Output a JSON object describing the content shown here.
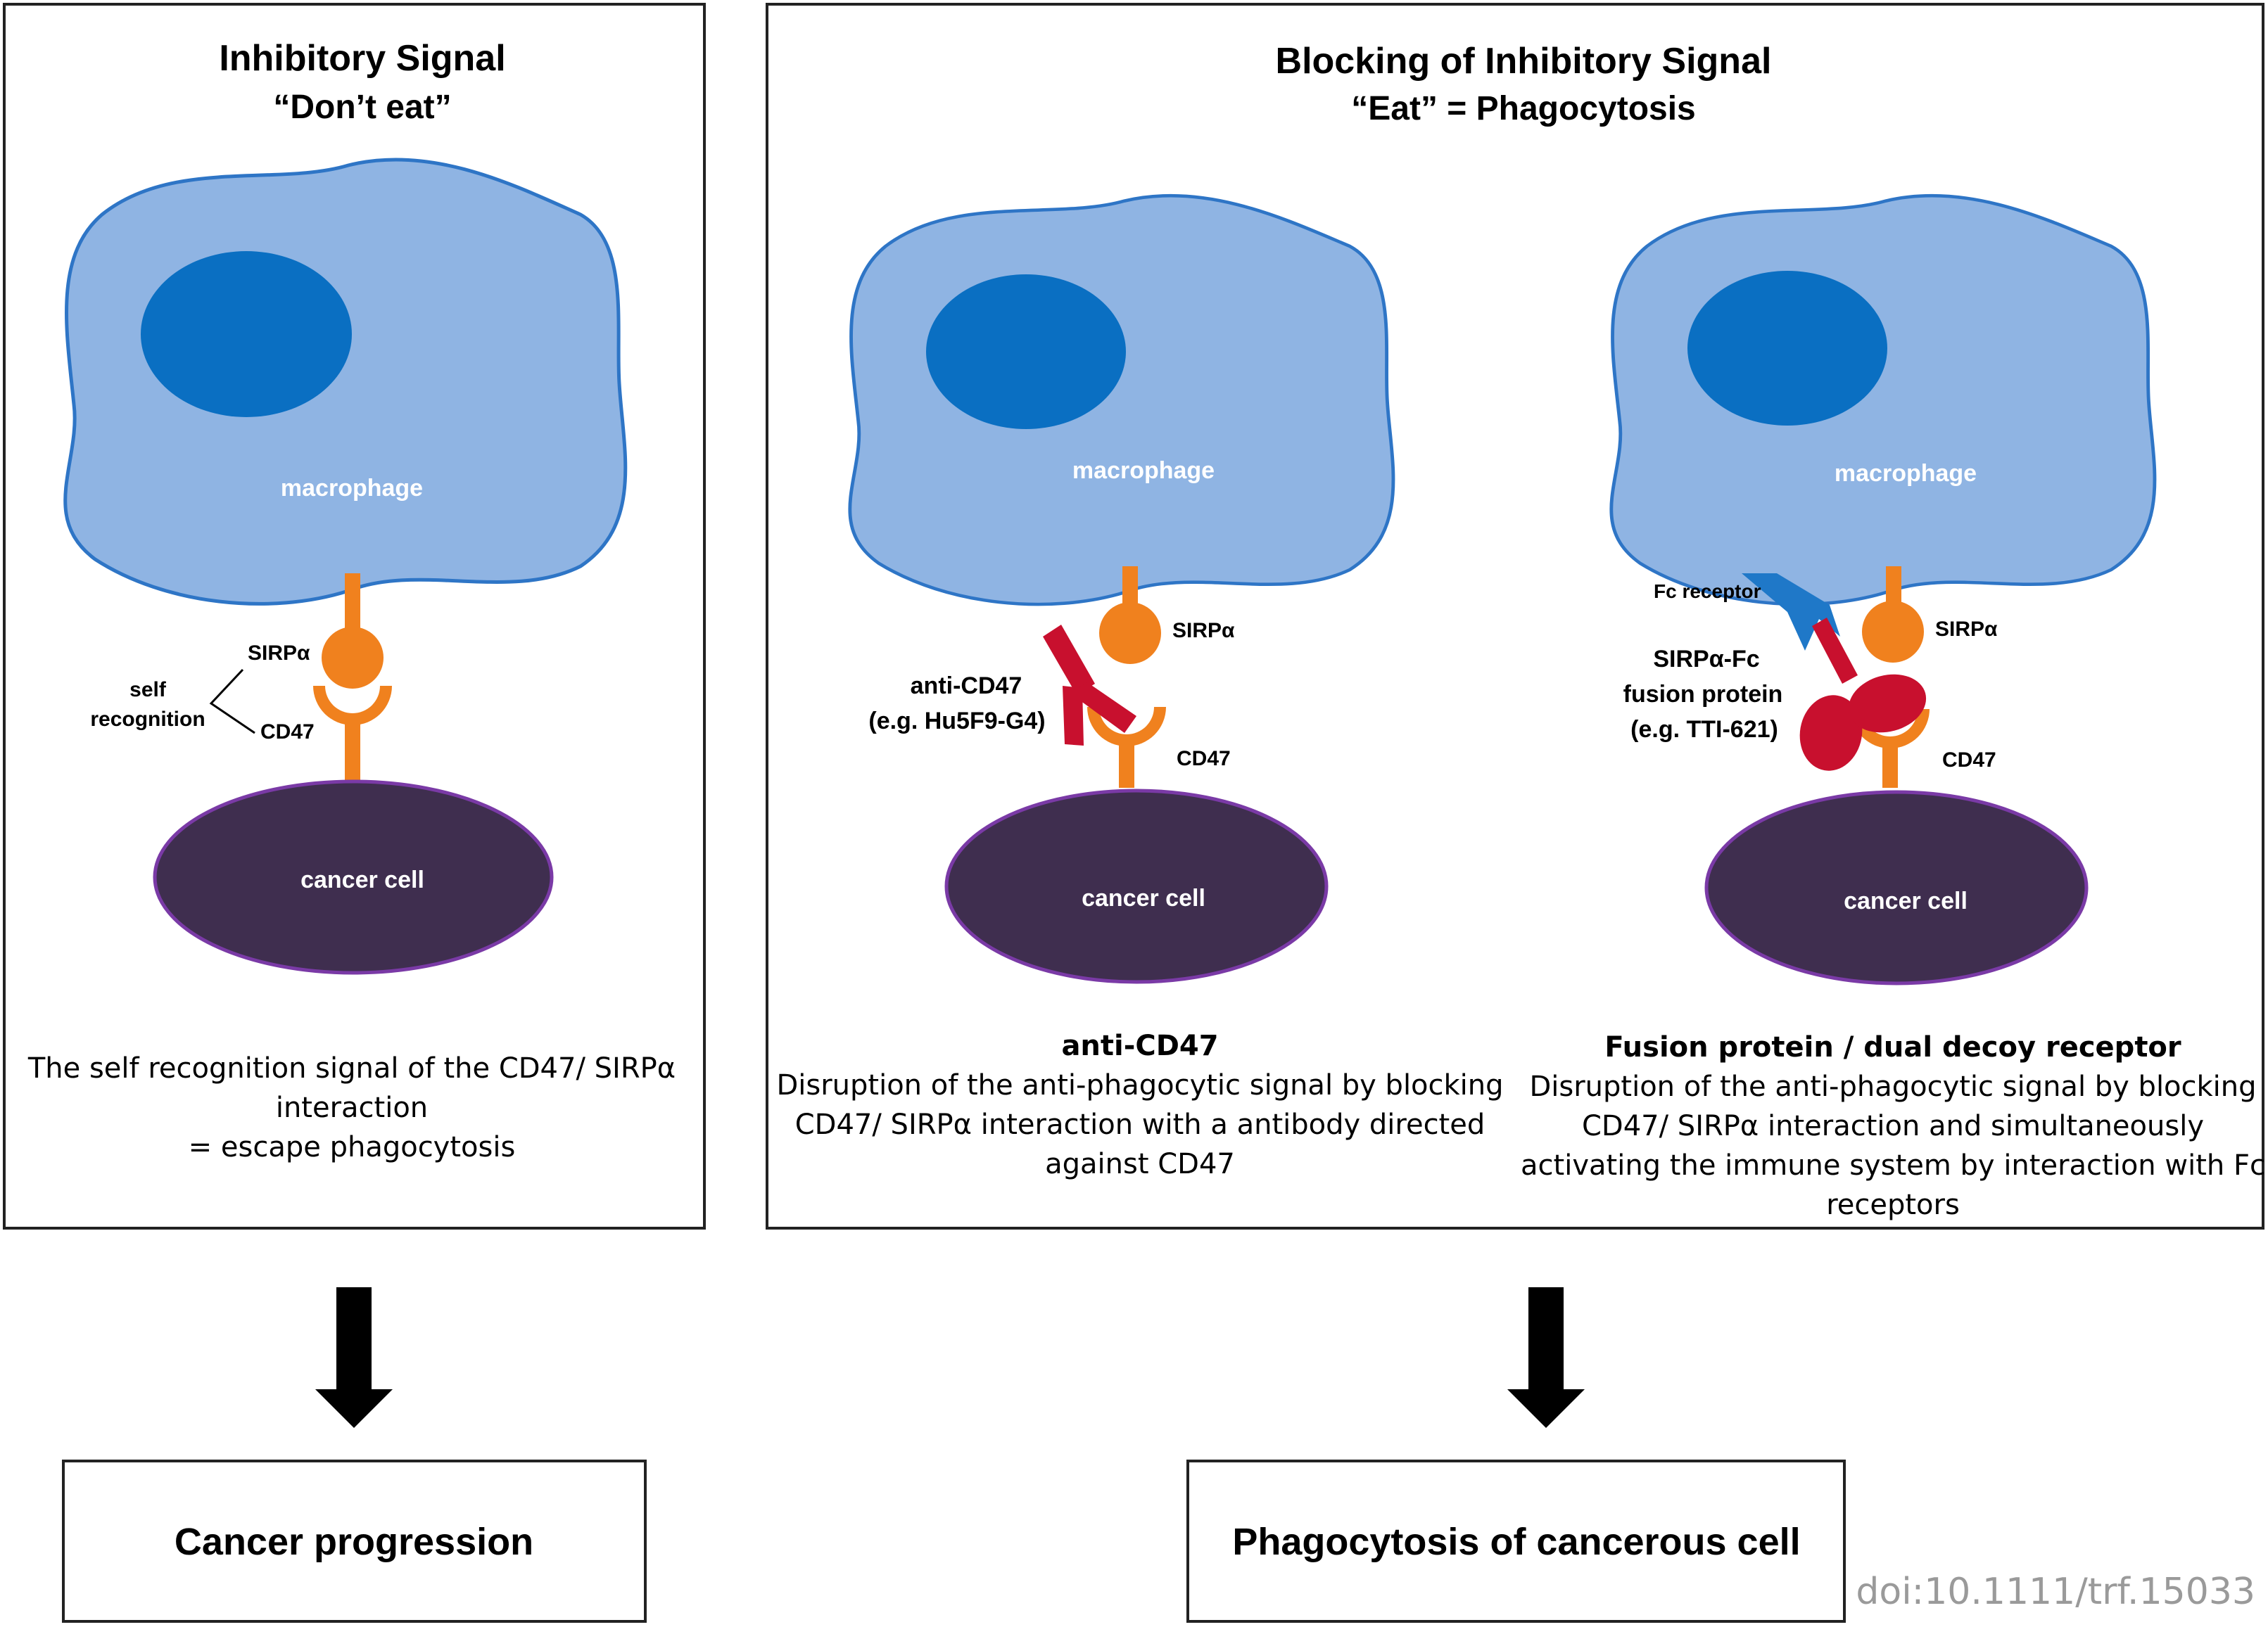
{
  "colors": {
    "macrophage_fill": "#8fb4e3",
    "macrophage_stroke": "#2e75c6",
    "nucleus": "#0a6fc2",
    "cancer_fill": "#3f2e4f",
    "cancer_stroke": "#7a3aa6",
    "sirpa": "#f0811e",
    "antibody": "#c8102e",
    "fc_receptor": "#1f78c8",
    "border": "#222222"
  },
  "left_panel": {
    "title": "Inhibitory Signal",
    "subtitle": "“Don’t eat”",
    "macrophage_label": "macrophage",
    "sirpa_label": "SIRPα",
    "cd47_label": "CD47",
    "self_label_1": "self",
    "self_label_2": "recognition",
    "cancer_label": "cancer cell",
    "caption": [
      "The self recognition signal of the CD47/ SIRPα",
      "interaction",
      "= escape phagocytosis"
    ]
  },
  "right_panel": {
    "title": "Blocking of Inhibitory Signal",
    "subtitle": "“Eat” = Phagocytosis",
    "middle": {
      "macrophage_label": "macrophage",
      "sirpa_label": "SIRPα",
      "cd47_label": "CD47",
      "drug_label_1": "anti-CD47",
      "drug_label_2": "(e.g. Hu5F9-G4)",
      "cancer_label": "cancer cell",
      "caption_title": "anti-CD47",
      "caption": [
        "Disruption of the anti-phagocytic signal by blocking",
        "CD47/ SIRPα interaction with a antibody directed",
        "against CD47"
      ]
    },
    "right": {
      "macrophage_label": "macrophage",
      "fc_label": "Fc receptor",
      "sirpa_label": "SIRPα",
      "cd47_label": "CD47",
      "drug_label_1": "SIRPα-Fc",
      "drug_label_2": "fusion protein",
      "drug_label_3": "(e.g. TTI-621)",
      "cancer_label": "cancer cell",
      "caption_title": "Fusion protein / dual decoy receptor",
      "caption": [
        "Disruption of the anti-phagocytic signal by blocking",
        "CD47/ SIRPα interaction and simultaneously",
        "activating the immune system by interaction with Fc",
        "receptors"
      ]
    }
  },
  "outcomes": {
    "left": "Cancer progression",
    "right": "Phagocytosis of cancerous cell"
  },
  "doi": "doi:10.1111/trf.15033"
}
